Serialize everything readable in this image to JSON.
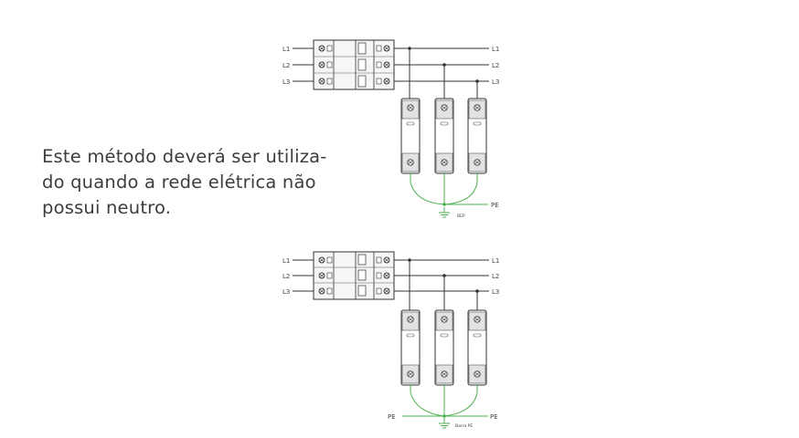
{
  "description": {
    "lines": [
      "Este método deverá ser utiliza-",
      "do quando a rede elétrica não",
      "possui neutro."
    ]
  },
  "diagram_top": {
    "input_lines": [
      "L1",
      "L2",
      "L3"
    ],
    "output_lines": [
      "L1",
      "L2",
      "L3"
    ],
    "pe_label": "PE",
    "bep_label": "BEP"
  },
  "diagram_bottom": {
    "input_lines": [
      "L1",
      "L2",
      "L3"
    ],
    "output_lines": [
      "L1",
      "L2",
      "L3"
    ],
    "pe_left_label": "PE",
    "pe_right_label": "PE",
    "bar_label": "Barra PE"
  },
  "colors": {
    "text": "#3d3d3d",
    "wire": "#333333",
    "ground": "#4caf50"
  }
}
